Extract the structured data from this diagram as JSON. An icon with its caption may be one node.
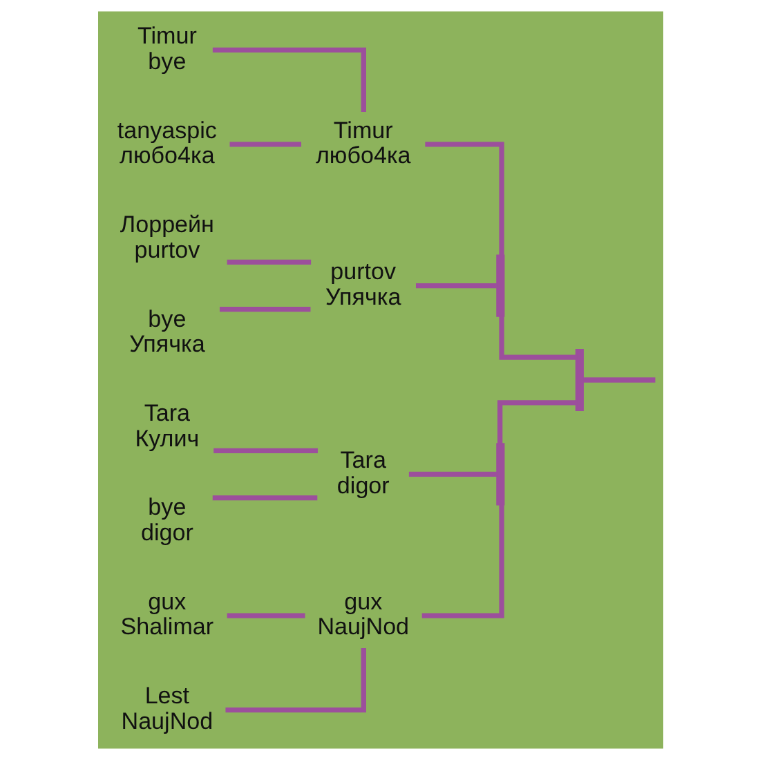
{
  "diagram": {
    "nodes": [
      {
        "text": [
          "Timur",
          "bye"
        ]
      },
      {
        "text": [
          "tanyaspic",
          "любо4ка"
        ]
      },
      {
        "text": [
          "Лоррейн",
          "purtov"
        ]
      },
      {
        "text": [
          "bye",
          "Упячка"
        ]
      },
      {
        "text": [
          "gux",
          "Shalimar"
        ]
      },
      {
        "text": [
          "Lest",
          "NaujNod"
        ]
      },
      {
        "text": [
          "Tara",
          "Кулич"
        ]
      },
      {
        "text": [
          "bye",
          "digor"
        ]
      },
      {
        "text": [
          "Timur",
          "любо4ка"
        ]
      },
      {
        "text": [
          "purtov",
          "Упячка"
        ]
      },
      {
        "text": [
          "gux",
          "NaujNod"
        ]
      },
      {
        "text": [
          "Tara",
          "digor"
        ]
      },
      {
        "text": [],
        "shape": "bar"
      },
      {
        "text": [],
        "shape": "bar"
      },
      {
        "text": [],
        "shape": "bar"
      }
    ],
    "edges": [
      {
        "from": 0,
        "to": 8,
        "arrow": "none"
      },
      {
        "from": 1,
        "to": 8,
        "arrow": "none"
      },
      {
        "from": 2,
        "to": 9,
        "arrow": "none"
      },
      {
        "from": 3,
        "to": 9,
        "arrow": "none"
      },
      {
        "from": 4,
        "to": 10,
        "arrow": "none"
      },
      {
        "from": 5,
        "to": 10,
        "arrow": "none"
      },
      {
        "from": 6,
        "to": 11,
        "arrow": "none"
      },
      {
        "from": 7,
        "to": 11,
        "arrow": "none"
      },
      {
        "from": 8,
        "to": 12,
        "arrow": "none"
      },
      {
        "from": 9,
        "to": 12,
        "arrow": "none"
      },
      {
        "from": 10,
        "to": 13,
        "arrow": "none"
      },
      {
        "from": 11,
        "to": 13,
        "arrow": "none"
      },
      {
        "from": 12,
        "to": 14,
        "arrow": "none"
      },
      {
        "from": 13,
        "to": 14,
        "arrow": "none"
      },
      {
        "from": 14,
        "to": null,
        "arrow": "none"
      }
    ]
  }
}
